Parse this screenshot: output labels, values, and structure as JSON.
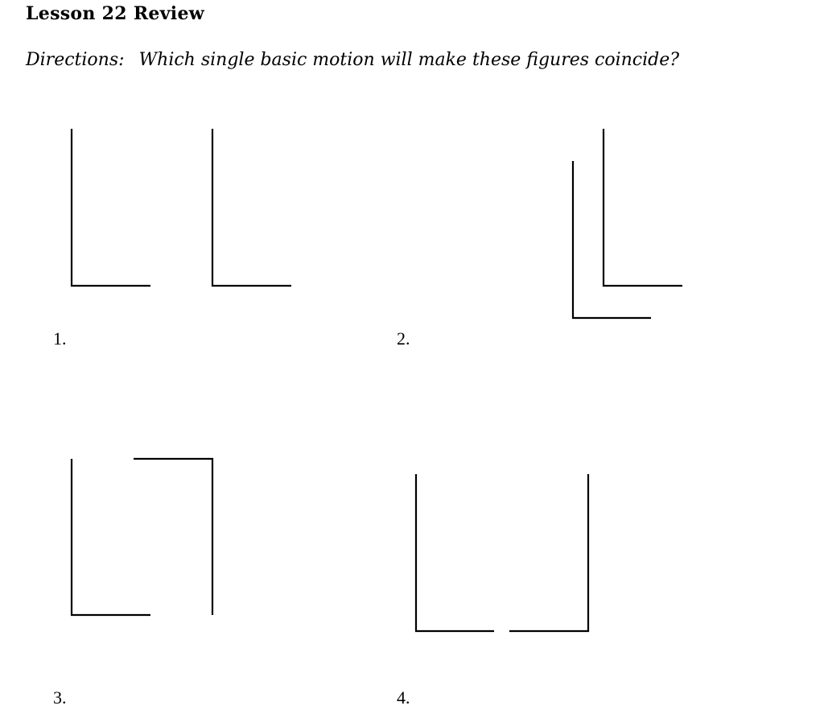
{
  "document": {
    "title": "Lesson 22 Review",
    "directions_label": "Directions:",
    "directions_text": "Which single basic motion will make these figures coincide?"
  },
  "problems": [
    {
      "number": "1."
    },
    {
      "number": "2."
    },
    {
      "number": "3."
    },
    {
      "number": "4."
    }
  ],
  "colors": {
    "ink": "#000000",
    "background": "#ffffff"
  }
}
